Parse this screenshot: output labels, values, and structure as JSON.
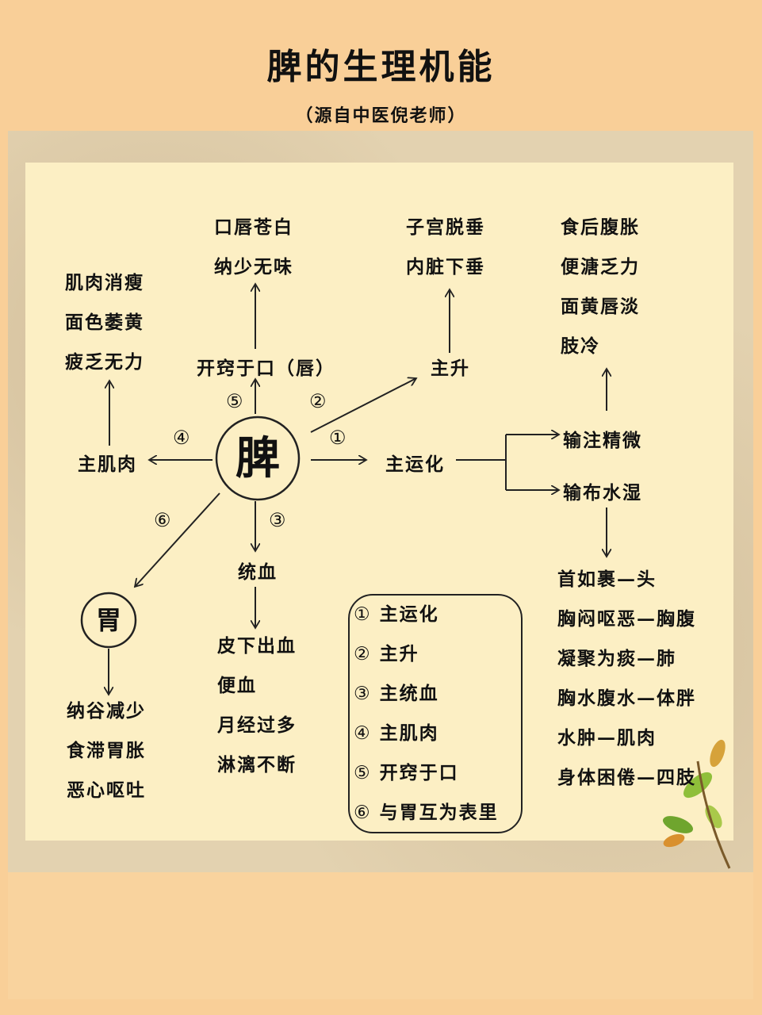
{
  "header": {
    "title": "脾的生理机能",
    "subtitle": "（源自中医倪老师）"
  },
  "center": "脾",
  "stomach": "胃",
  "nodes": {
    "yunhua": "主运化",
    "sheng": "主升",
    "tongxue": "统血",
    "jirou": "主肌肉",
    "kaiqiao": "开窍于口（唇）",
    "shuzhu": "输注精微",
    "shubu": "输布水湿"
  },
  "numbers": {
    "n1": "①",
    "n2": "②",
    "n3": "③",
    "n4": "④",
    "n5": "⑤",
    "n6": "⑥"
  },
  "symptoms": {
    "kou": [
      "口唇苍白",
      "纳少无味"
    ],
    "sheng": [
      "子宫脱垂",
      "内脏下垂"
    ],
    "jirou": [
      "肌肉消瘦",
      "面色萎黄",
      "疲乏无力"
    ],
    "shuzhu": [
      "食后腹胀",
      "便溏乏力",
      "面黄唇淡",
      "肢冷"
    ],
    "tongxue": [
      "皮下出血",
      "便血",
      "月经过多",
      "淋漓不断"
    ],
    "wei": [
      "纳谷减少",
      "食滞胃胀",
      "恶心呕吐"
    ],
    "shubu": [
      "首如裹—头",
      "胸闷呕恶—胸腹",
      "凝聚为痰—肺",
      "胸水腹水—体胖",
      "水肿—肌肉",
      "身体困倦—四肢"
    ]
  },
  "legend": [
    {
      "num": "①",
      "label": "主运化"
    },
    {
      "num": "②",
      "label": "主升"
    },
    {
      "num": "③",
      "label": "主统血"
    },
    {
      "num": "④",
      "label": "主肌肉"
    },
    {
      "num": "⑤",
      "label": "开窍于口"
    },
    {
      "num": "⑥",
      "label": "与胃互为表里"
    }
  ]
}
